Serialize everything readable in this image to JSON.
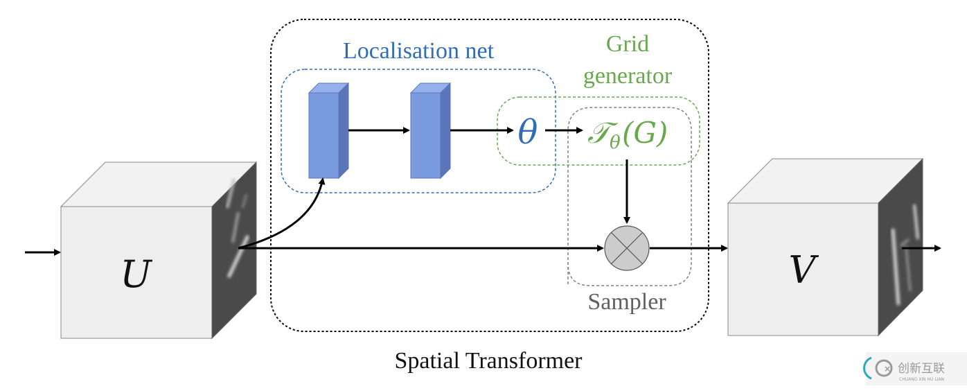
{
  "title": "Spatial Transformer",
  "modules": {
    "localisation_net": {
      "label": "Localisation net",
      "color": "#2f6db5"
    },
    "grid_generator": {
      "label_line1": "Grid",
      "label_line2": "generator",
      "color": "#6aa84f"
    },
    "sampler": {
      "label": "Sampler",
      "color": "#5f5f66"
    }
  },
  "symbols": {
    "input": "U",
    "output": "V",
    "theta": "θ",
    "transform_T": "𝒯",
    "transform_sub": "θ",
    "transform_arg": "(G)"
  },
  "colors": {
    "layer_front": "#7b9be0",
    "layer_top": "#95b0ec",
    "layer_side": "#5b76b8",
    "cube_face": "#eeeeee",
    "cube_dark": "#4a4a4a",
    "arrow": "#000000",
    "sampler_node": "#cccccc"
  },
  "watermark": {
    "text": "创新互联",
    "subtext": "CHUANG XIN HU LIAN"
  }
}
